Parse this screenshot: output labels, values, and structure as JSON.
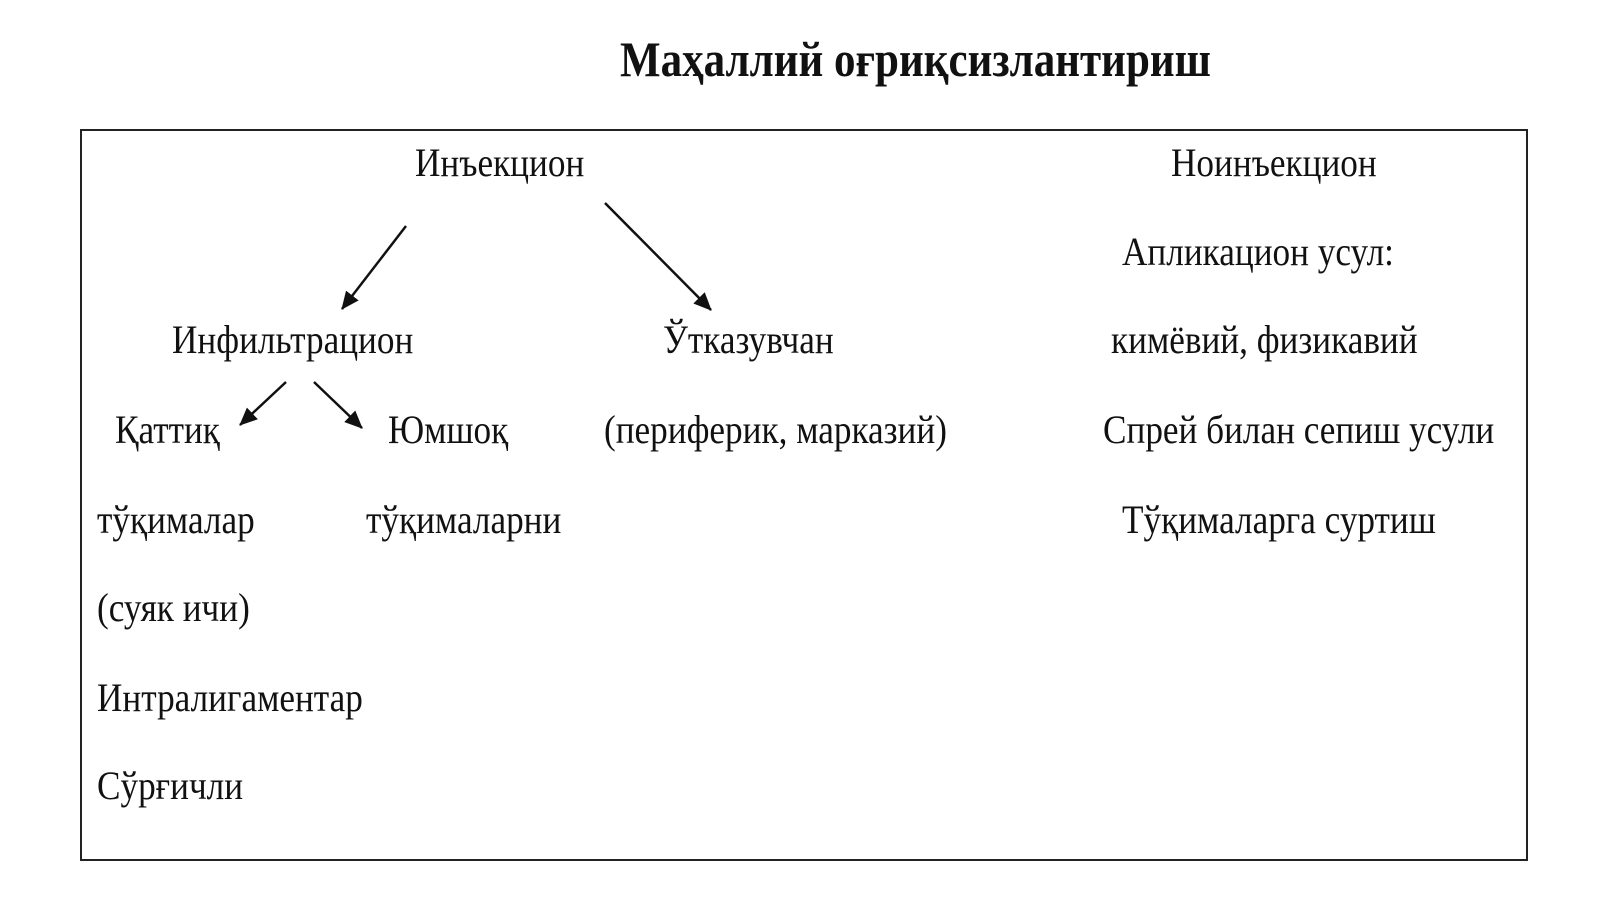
{
  "title": "Маҳаллий оғриқсизлантириш",
  "nodes": {
    "injection": "Инъекцион",
    "noninjection": "Ноинъекцион",
    "infiltration": "Инфильтрацион",
    "conduction": "Ўтказувчан",
    "conduction_detail": "(периферик, марказий)",
    "hard": "Қаттиқ",
    "soft": "Юмшоқ",
    "hard_line2": "тўқималар",
    "soft_line2": "тўқималарни",
    "intraosseous": "(суяк ичи)",
    "intraligamentary": "Интралигаментар",
    "papillary": "Сўрғичли",
    "application": "Апликацион усул:",
    "chemical_physical": "кимёвий, физикавий",
    "spray": "Спрей билан сепиш усули",
    "tissue_rub": "Тўқималарга суртиш"
  }
}
